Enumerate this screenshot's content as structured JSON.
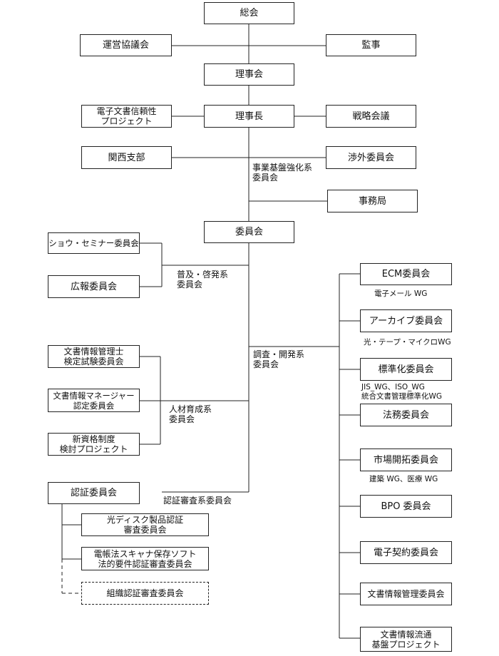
{
  "boxes": {
    "soukai": "総会",
    "unei": "運営協議会",
    "kanji": "監事",
    "rijikai": "理事会",
    "denshi_project": [
      "電子文書信頼性",
      "プロジェクト"
    ],
    "rijicho": "理事長",
    "senryaku": "戦略会議",
    "kansai": "関西支部",
    "shogai": "渉外委員会",
    "jimukyoku": "事務局",
    "iinkai": "委員会",
    "show_seminar": "ショウ・セミナー委員会",
    "koho": "広報委員会",
    "bunsho_kentei": [
      "文書情報管理士",
      "検定試験委員会"
    ],
    "bunsho_manager": [
      "文書情報マネージャー",
      "認定委員会"
    ],
    "shin_shikaku": [
      "新資格制度",
      "検討プロジェクト"
    ],
    "ninsho": "認証委員会",
    "hikari": [
      "光ディスク製品認証",
      "審査委員会"
    ],
    "dencho": [
      "電帳法スキャナ保存ソフト",
      "法的要件認証審査委員会"
    ],
    "soshiki": "組織認証審査委員会",
    "ecm": "ECM委員会",
    "archive": "アーカイブ委員会",
    "hyojunka": "標準化委員会",
    "homu": "法務委員会",
    "shijo": "市場開拓委員会",
    "bpo": "BPO 委員会",
    "denshi_keiyaku": "電子契約委員会",
    "bunsho_kanri": "文書情報管理委員会",
    "bunsho_ryutsu": [
      "文書情報流通",
      "基盤プロジェクト"
    ]
  },
  "labels": {
    "jigyo": [
      "事業基盤強化系",
      "委員会"
    ],
    "fukyu": [
      "普及・啓発系",
      "委員会"
    ],
    "chosa": [
      "調査・開発系",
      "委員会"
    ],
    "jinzai": [
      "人材育成系",
      "委員会"
    ],
    "ninsho_kei": "認証審査系委員会"
  },
  "subnotes": {
    "ecm_wg": "電子メール WG",
    "archive_wg": "光・テープ・マイクロWG",
    "hyojun_wg1": "JIS_WG、ISO_WG",
    "hyojun_wg2": "統合文書管理標準化WG",
    "shijo_wg": "建築 WG、医療 WG"
  }
}
